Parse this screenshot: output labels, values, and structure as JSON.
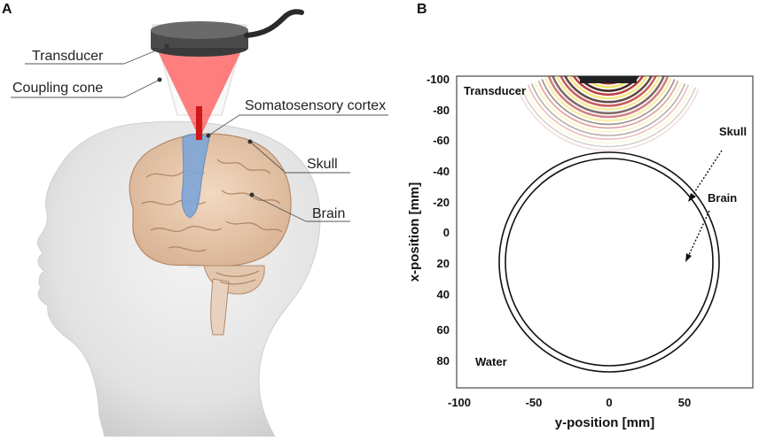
{
  "panel_a": {
    "letter": "A",
    "labels": {
      "transducer": "Transducer",
      "coupling_cone": "Coupling cone",
      "somatosensory_cortex": "Somatosensory cortex",
      "skull": "Skull",
      "brain": "Brain"
    }
  },
  "panel_b": {
    "letter": "B",
    "labels": {
      "transducer": "Transducer",
      "skull": "Skull",
      "brain": "Brain",
      "water": "Water"
    },
    "xaxis_label": "y-position [mm]",
    "yaxis_label": "x-position [mm]",
    "x_ticks": [
      "-100",
      "-50",
      "0",
      "50"
    ],
    "y_ticks": [
      "-100",
      "-80",
      "-60",
      "-40",
      "-20",
      "0",
      "20",
      "40",
      "60",
      "80"
    ],
    "colors": {
      "wave_red": "#b01818",
      "wave_yellow": "#f0e060",
      "wave_dark": "#2a0808"
    }
  }
}
